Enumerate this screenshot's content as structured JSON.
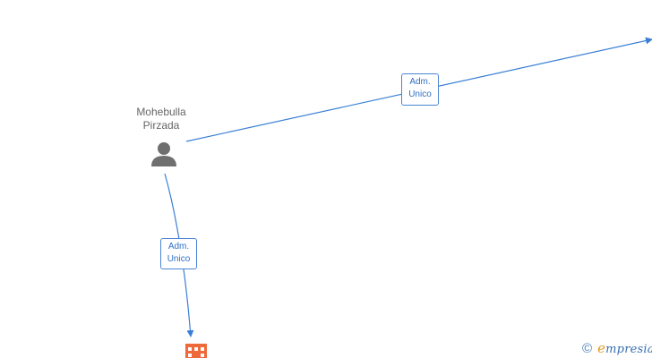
{
  "nodes": {
    "person": {
      "name_line1": "Mohebulla",
      "name_line2": "Pirzada",
      "icon": "person-icon"
    },
    "company": {
      "icon": "building-icon"
    }
  },
  "edges": [
    {
      "label_line1": "Adm.",
      "label_line2": "Unico"
    },
    {
      "label_line1": "Adm.",
      "label_line2": "Unico"
    }
  ],
  "brand": {
    "copyright": "©",
    "first_letter": "e",
    "rest": "mpresia"
  },
  "colors": {
    "edge": "#3a7fd5",
    "person_icon": "#6f6f6f",
    "company_icon": "#ee6a3a",
    "label_text": "#2e6fc6"
  }
}
